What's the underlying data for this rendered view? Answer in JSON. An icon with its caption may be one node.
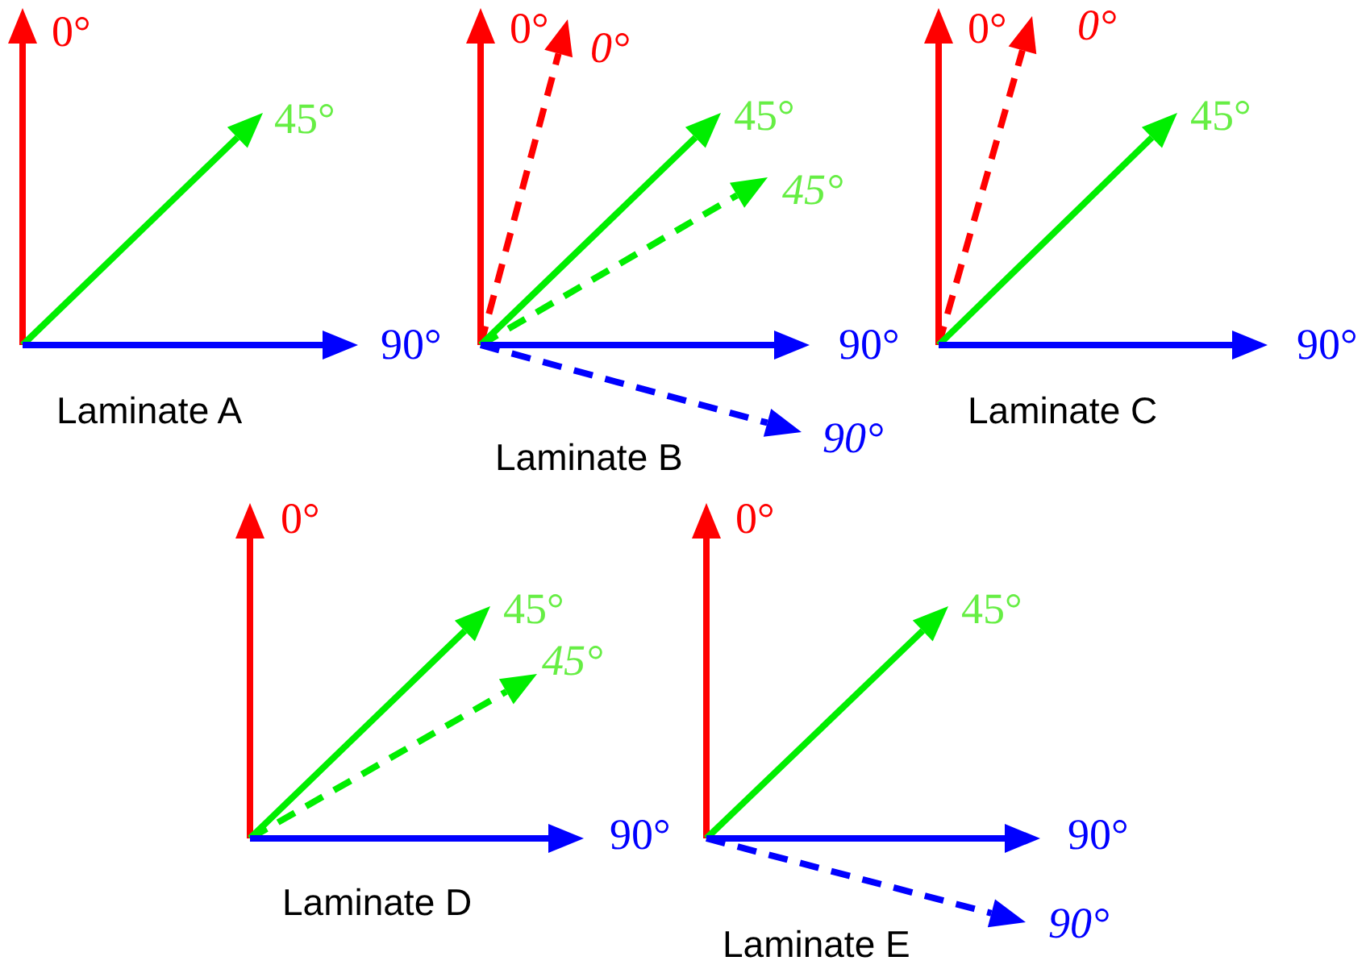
{
  "diagram": {
    "labels": [
      "0°",
      "45°",
      "90°",
      "Laminate A",
      "0°",
      "0°",
      "45°",
      "45°",
      "90°",
      "90°",
      "Laminate B",
      "0°",
      "0°",
      "45°",
      "90°",
      "Laminate C",
      "0°",
      "45°",
      "45°",
      "90°",
      "Laminate D",
      "0°",
      "45°",
      "90°",
      "90°",
      "Laminate E"
    ]
  }
}
